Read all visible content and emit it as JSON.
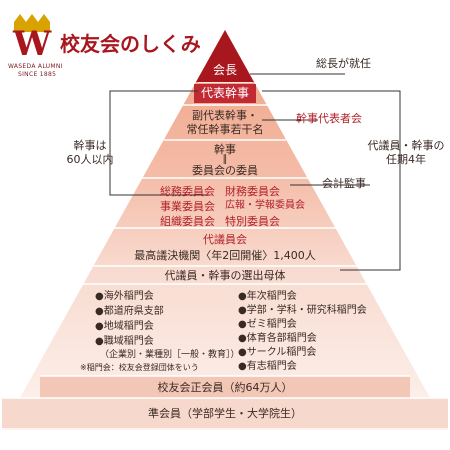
{
  "logo": {
    "letters": "W",
    "sub_lines": [
      "WASEDA ALUMNI",
      "SINCE 1885"
    ]
  },
  "title": "校友会のしくみ",
  "colors": {
    "crimson": "#a8161e",
    "dark_red": "#7b1a20",
    "gold": "#d8a300",
    "text": "#2a2a2a",
    "red_text": "#b1222a"
  },
  "pyramid": {
    "president": "会長",
    "rep_executive": "代表幹事",
    "vice_exec": [
      "副代表幹事・",
      "常任幹事若干名"
    ],
    "exec": [
      "幹事",
      "∥",
      "委員会の委員"
    ],
    "committees": [
      [
        "総務委員会",
        "財務委員会"
      ],
      [
        "事業委員会",
        "広報・学報委員会"
      ],
      [
        "組織委員会",
        "特別委員会"
      ]
    ],
    "council": "代議員会",
    "council_desc": "最高議決機関〈年2回開催〉1,400人",
    "election_base": "代議員・幹事の選出母体",
    "left_list": [
      "●海外稲門会",
      "●都道府県支部",
      "●地域稲門会",
      "●職域稲門会"
    ],
    "left_sub": "（企業別・業種別［一般・教育］）",
    "right_list": [
      "●年次稲門会",
      "●学部・学科・研究科稲門会",
      "●ゼミ稲門会",
      "●体育各部稲門会",
      "●サークル稲門会",
      "●有志稲門会"
    ],
    "note": "※稲門会：校友会登録団体をいう",
    "regular": "校友会正会員（約64万人）",
    "associate": "準会員（学部学生・大学院生）"
  },
  "side": {
    "president_note": "総長が就任",
    "exec_rep_council": "幹事代表者会",
    "exec_count": [
      "幹事は",
      "60人以内"
    ],
    "term": [
      "代議員・幹事の",
      "任期4年"
    ],
    "audit": "会計監事"
  }
}
